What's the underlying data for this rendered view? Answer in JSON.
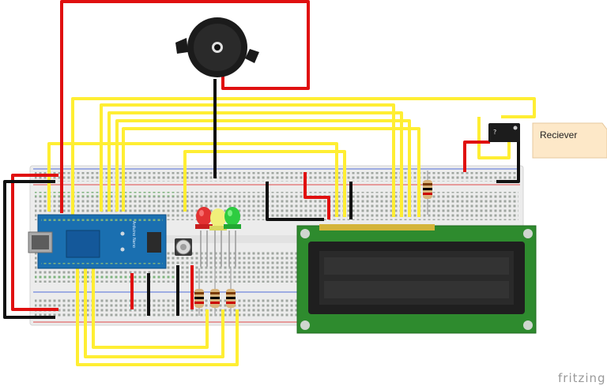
{
  "diagram": {
    "receiver_note": "Reciever",
    "brand": "fritzing",
    "board_label": "Arduino Nano",
    "ir_symbol": "?"
  },
  "colors": {
    "wire_yellow": "#ffee33",
    "wire_red": "#e01010",
    "wire_black": "#111111",
    "lcd_pcb": "#2e8b2e",
    "board_blue": "#1a6fb0",
    "note_bg": "#fde8c8"
  },
  "icons": {
    "buzzer": "buzzer-icon",
    "potentiometer": "potentiometer-icon",
    "led": "led-icon",
    "resistor": "resistor-icon",
    "ir_receiver": "ir-receiver-icon"
  }
}
